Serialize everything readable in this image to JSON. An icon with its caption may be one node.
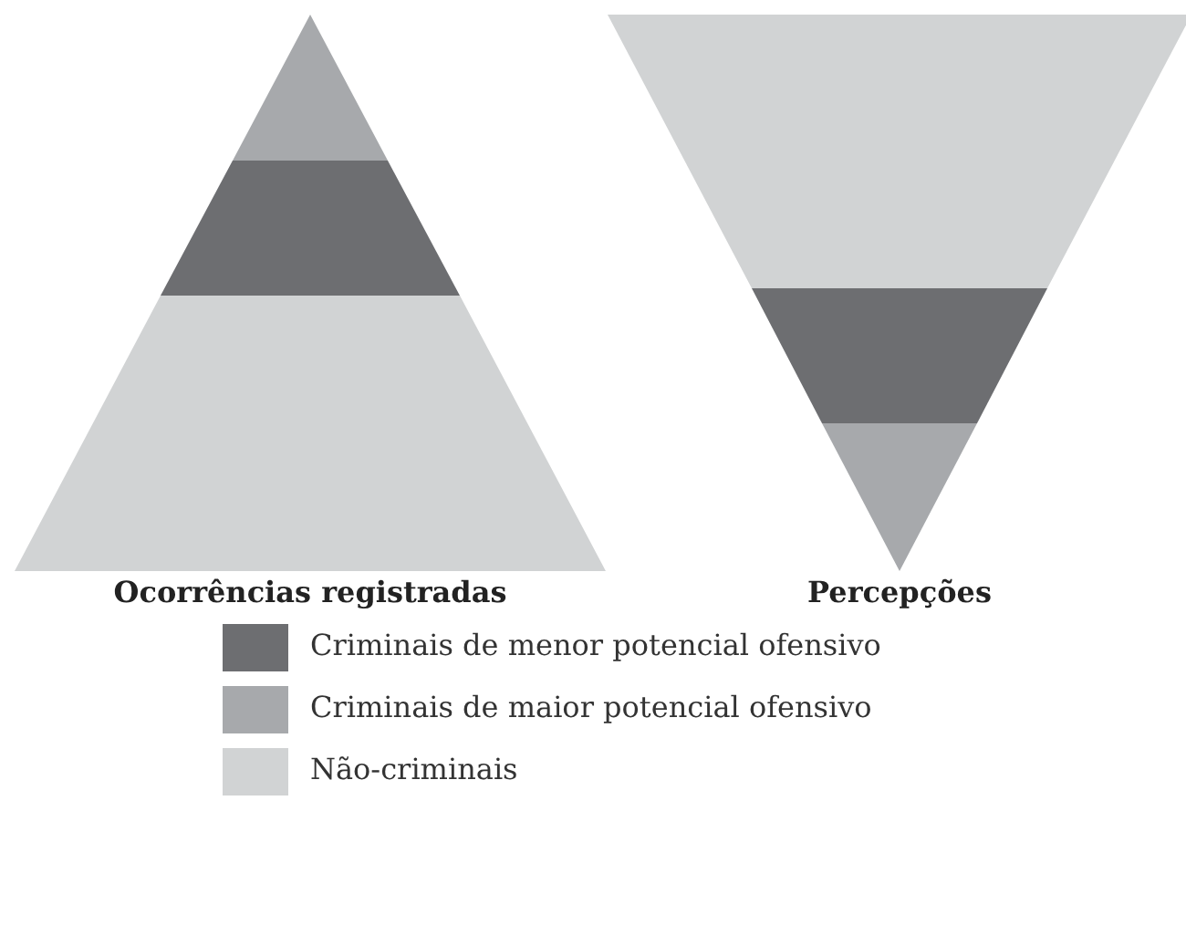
{
  "diagram": {
    "labels": [
      "Ocorrências registradas",
      "Percepções"
    ],
    "legend": [
      {
        "text": "Criminais de menor potencial ofensivo",
        "color": "#6d6e71"
      },
      {
        "text": "Criminais de maior potencial ofensivo",
        "color": "#a7a9ac"
      },
      {
        "text": "Não-criminais",
        "color": "#d1d3d4"
      }
    ]
  }
}
